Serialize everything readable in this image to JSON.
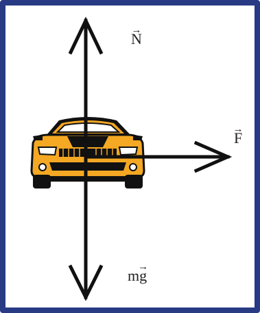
{
  "colors": {
    "frame": "#283a84",
    "arrow": "#111111",
    "car_body": "#f5a823",
    "car_dark": "#111111"
  },
  "forces": {
    "normal": {
      "label": "N",
      "vector_mark": "→"
    },
    "applied": {
      "label": "F",
      "vector_mark": "→"
    },
    "weight": {
      "prefix": "m",
      "label": "g",
      "vector_mark": "→"
    }
  },
  "icons": [
    "car-front-icon"
  ]
}
